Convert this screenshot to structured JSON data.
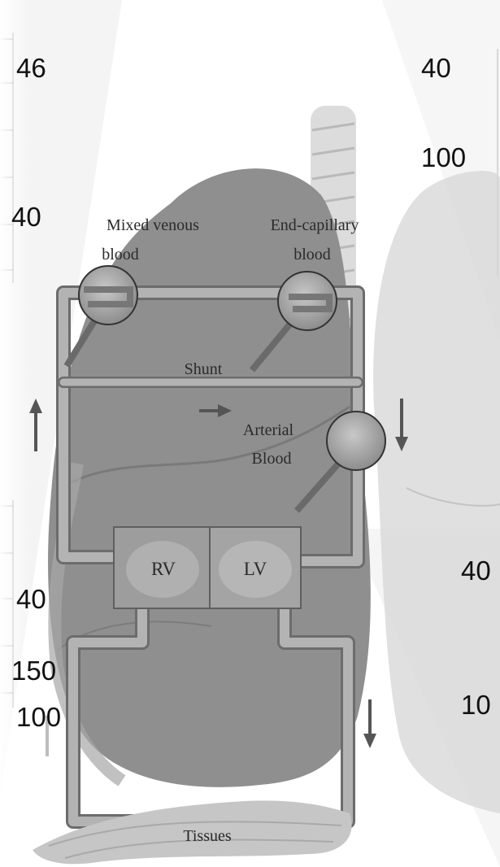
{
  "labels": {
    "mixed_venous_line1": "Mixed venous",
    "mixed_venous_line2": "blood",
    "end_capillary_line1": "End-capillary",
    "end_capillary_line2": "blood",
    "shunt": "Shunt",
    "arterial_line1": "Arterial",
    "arterial_line2": "Blood",
    "rv": "RV",
    "lv": "LV",
    "tissues": "Tissues"
  },
  "values": {
    "top_left": "46",
    "mid_left": "40",
    "top_right": "40",
    "top_right_2": "100",
    "lower_right": "40",
    "bottom_right": "10",
    "bottom_left_1": "40",
    "bottom_left_2": "150",
    "bottom_left_3": "100"
  },
  "colors": {
    "lung_fill": "#8a8a8a",
    "vessel_fill": "#a9a9a9",
    "vessel_edge": "#6c6c6c",
    "chamber_fill": "#9a9a9a"
  }
}
